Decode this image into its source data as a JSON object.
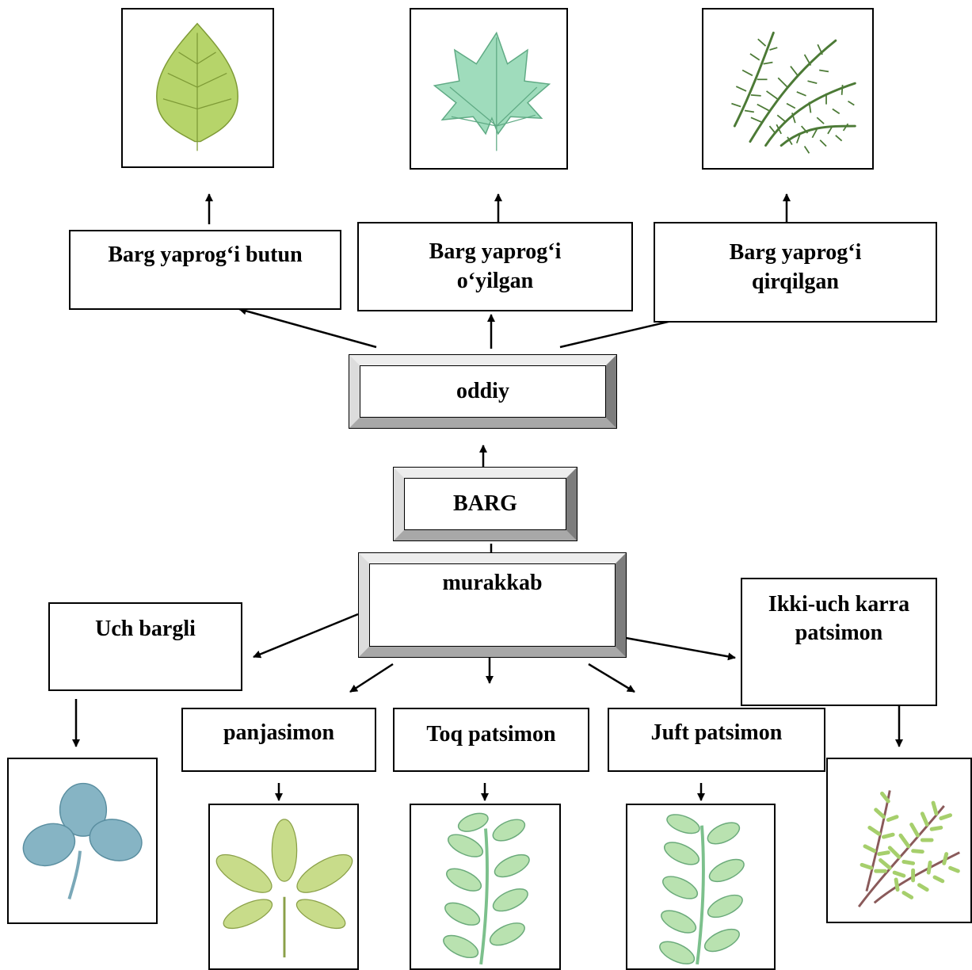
{
  "nodes": {
    "root": "BARG",
    "simple": "oddiy",
    "compound": "murakkab",
    "entire": "Barg yaprog‘i butun",
    "lobed_line1": "Barg yaprog‘i",
    "lobed_line2": "o‘yilgan",
    "dissected_line1": "Barg yaprog‘i",
    "dissected_line2": "qirqilgan",
    "trifoliate": "Uch bargli",
    "palmate": "panjasimon",
    "odd_pinnate": "Toq patsimon",
    "even_pinnate": "Juft patsimon",
    "bipinnate_line1": "Ikki-uch karra",
    "bipinnate_line2": "patsimon"
  },
  "colors": {
    "entire_leaf": "#b6d46a",
    "maple_leaf": "#9fdcbc",
    "fern": "#4c7a36",
    "clover": "#86b4c4",
    "palmate_leaf": "#c8dc8a",
    "pinnate_leaf": "#b9e2b0",
    "bipinnate_leaf": "#a6cf6c"
  }
}
